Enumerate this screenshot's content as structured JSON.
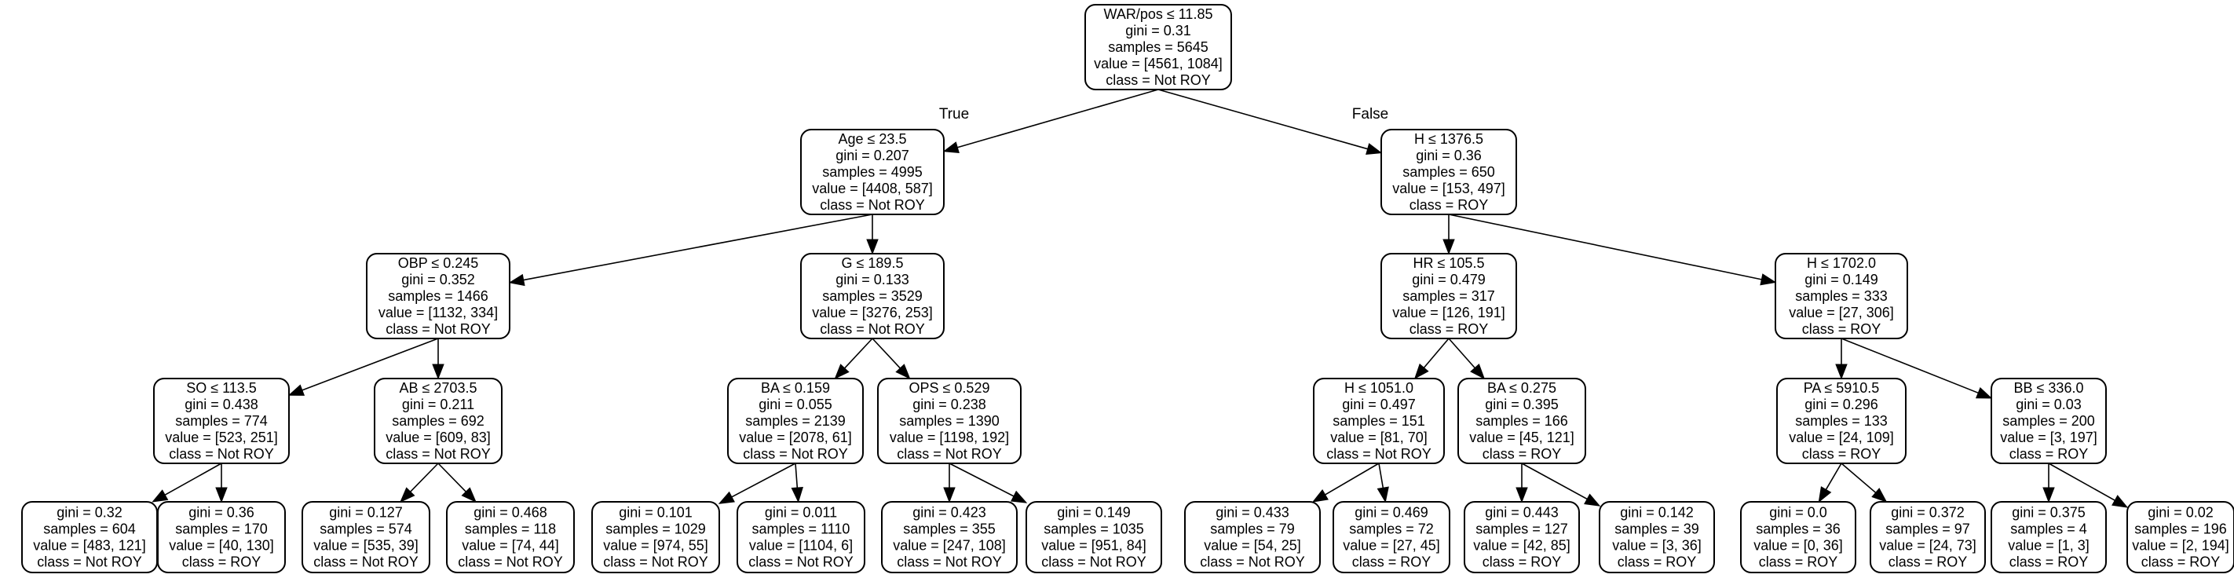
{
  "tree": {
    "edge_labels": {
      "true": "True",
      "false": "False"
    },
    "nodes": [
      {
        "id": "n0",
        "lines": [
          "WAR/pos ≤ 11.85",
          "gini = 0.31",
          "samples = 5645",
          "value = [4561, 1084]",
          "class = Not ROY"
        ]
      },
      {
        "id": "n1",
        "lines": [
          "Age ≤ 23.5",
          "gini = 0.207",
          "samples = 4995",
          "value = [4408, 587]",
          "class = Not ROY"
        ]
      },
      {
        "id": "n2",
        "lines": [
          "H ≤ 1376.5",
          "gini = 0.36",
          "samples = 650",
          "value = [153, 497]",
          "class = ROY"
        ]
      },
      {
        "id": "n3",
        "lines": [
          "OBP ≤ 0.245",
          "gini = 0.352",
          "samples = 1466",
          "value = [1132, 334]",
          "class = Not ROY"
        ]
      },
      {
        "id": "n4",
        "lines": [
          "G ≤ 189.5",
          "gini = 0.133",
          "samples = 3529",
          "value = [3276, 253]",
          "class = Not ROY"
        ]
      },
      {
        "id": "n5",
        "lines": [
          "HR ≤ 105.5",
          "gini = 0.479",
          "samples = 317",
          "value = [126, 191]",
          "class = ROY"
        ]
      },
      {
        "id": "n6",
        "lines": [
          "H ≤ 1702.0",
          "gini = 0.149",
          "samples = 333",
          "value = [27, 306]",
          "class = ROY"
        ]
      },
      {
        "id": "n7",
        "lines": [
          "SO ≤ 113.5",
          "gini = 0.438",
          "samples = 774",
          "value = [523, 251]",
          "class = Not ROY"
        ]
      },
      {
        "id": "n8",
        "lines": [
          "AB ≤ 2703.5",
          "gini = 0.211",
          "samples = 692",
          "value = [609, 83]",
          "class = Not ROY"
        ]
      },
      {
        "id": "n9",
        "lines": [
          "BA ≤ 0.159",
          "gini = 0.055",
          "samples = 2139",
          "value = [2078, 61]",
          "class = Not ROY"
        ]
      },
      {
        "id": "n10",
        "lines": [
          "OPS ≤ 0.529",
          "gini = 0.238",
          "samples = 1390",
          "value = [1198, 192]",
          "class = Not ROY"
        ]
      },
      {
        "id": "n11",
        "lines": [
          "H ≤ 1051.0",
          "gini = 0.497",
          "samples = 151",
          "value = [81, 70]",
          "class = Not ROY"
        ]
      },
      {
        "id": "n12",
        "lines": [
          "BA ≤ 0.275",
          "gini = 0.395",
          "samples = 166",
          "value = [45, 121]",
          "class = ROY"
        ]
      },
      {
        "id": "n13",
        "lines": [
          "PA ≤ 5910.5",
          "gini = 0.296",
          "samples = 133",
          "value = [24, 109]",
          "class = ROY"
        ]
      },
      {
        "id": "n14",
        "lines": [
          "BB ≤ 336.0",
          "gini = 0.03",
          "samples = 200",
          "value = [3, 197]",
          "class = ROY"
        ]
      },
      {
        "id": "n15",
        "lines": [
          "gini = 0.32",
          "samples = 604",
          "value = [483, 121]",
          "class = Not ROY"
        ]
      },
      {
        "id": "n16",
        "lines": [
          "gini = 0.36",
          "samples = 170",
          "value = [40, 130]",
          "class = ROY"
        ]
      },
      {
        "id": "n17",
        "lines": [
          "gini = 0.127",
          "samples = 574",
          "value = [535, 39]",
          "class = Not ROY"
        ]
      },
      {
        "id": "n18",
        "lines": [
          "gini = 0.468",
          "samples = 118",
          "value = [74, 44]",
          "class = Not ROY"
        ]
      },
      {
        "id": "n19",
        "lines": [
          "gini = 0.101",
          "samples = 1029",
          "value = [974, 55]",
          "class = Not ROY"
        ]
      },
      {
        "id": "n20",
        "lines": [
          "gini = 0.011",
          "samples = 1110",
          "value = [1104, 6]",
          "class = Not ROY"
        ]
      },
      {
        "id": "n21",
        "lines": [
          "gini = 0.423",
          "samples = 355",
          "value = [247, 108]",
          "class = Not ROY"
        ]
      },
      {
        "id": "n22",
        "lines": [
          "gini = 0.149",
          "samples = 1035",
          "value = [951, 84]",
          "class = Not ROY"
        ]
      },
      {
        "id": "n23",
        "lines": [
          "gini = 0.433",
          "samples = 79",
          "value = [54, 25]",
          "class = Not ROY"
        ]
      },
      {
        "id": "n24",
        "lines": [
          "gini = 0.469",
          "samples = 72",
          "value = [27, 45]",
          "class = ROY"
        ]
      },
      {
        "id": "n25",
        "lines": [
          "gini = 0.443",
          "samples = 127",
          "value = [42, 85]",
          "class = ROY"
        ]
      },
      {
        "id": "n26",
        "lines": [
          "gini = 0.142",
          "samples = 39",
          "value = [3, 36]",
          "class = ROY"
        ]
      },
      {
        "id": "n27",
        "lines": [
          "gini = 0.0",
          "samples = 36",
          "value = [0, 36]",
          "class = ROY"
        ]
      },
      {
        "id": "n28",
        "lines": [
          "gini = 0.372",
          "samples = 97",
          "value = [24, 73]",
          "class = ROY"
        ]
      },
      {
        "id": "n29",
        "lines": [
          "gini = 0.375",
          "samples = 4",
          "value = [1, 3]",
          "class = ROY"
        ]
      },
      {
        "id": "n30",
        "lines": [
          "gini = 0.02",
          "samples = 196",
          "value = [2, 194]",
          "class = ROY"
        ]
      }
    ],
    "edges": [
      {
        "from": "n0",
        "to": "n1",
        "label": "True"
      },
      {
        "from": "n0",
        "to": "n2",
        "label": "False"
      },
      {
        "from": "n1",
        "to": "n3"
      },
      {
        "from": "n1",
        "to": "n4"
      },
      {
        "from": "n2",
        "to": "n5"
      },
      {
        "from": "n2",
        "to": "n6"
      },
      {
        "from": "n3",
        "to": "n7"
      },
      {
        "from": "n3",
        "to": "n8"
      },
      {
        "from": "n4",
        "to": "n9"
      },
      {
        "from": "n4",
        "to": "n10"
      },
      {
        "from": "n5",
        "to": "n11"
      },
      {
        "from": "n5",
        "to": "n12"
      },
      {
        "from": "n6",
        "to": "n13"
      },
      {
        "from": "n6",
        "to": "n14"
      },
      {
        "from": "n7",
        "to": "n15"
      },
      {
        "from": "n7",
        "to": "n16"
      },
      {
        "from": "n8",
        "to": "n17"
      },
      {
        "from": "n8",
        "to": "n18"
      },
      {
        "from": "n9",
        "to": "n19"
      },
      {
        "from": "n9",
        "to": "n20"
      },
      {
        "from": "n10",
        "to": "n21"
      },
      {
        "from": "n10",
        "to": "n22"
      },
      {
        "from": "n11",
        "to": "n23"
      },
      {
        "from": "n11",
        "to": "n24"
      },
      {
        "from": "n12",
        "to": "n25"
      },
      {
        "from": "n12",
        "to": "n26"
      },
      {
        "from": "n13",
        "to": "n27"
      },
      {
        "from": "n13",
        "to": "n28"
      },
      {
        "from": "n14",
        "to": "n29"
      },
      {
        "from": "n14",
        "to": "n30"
      }
    ]
  }
}
